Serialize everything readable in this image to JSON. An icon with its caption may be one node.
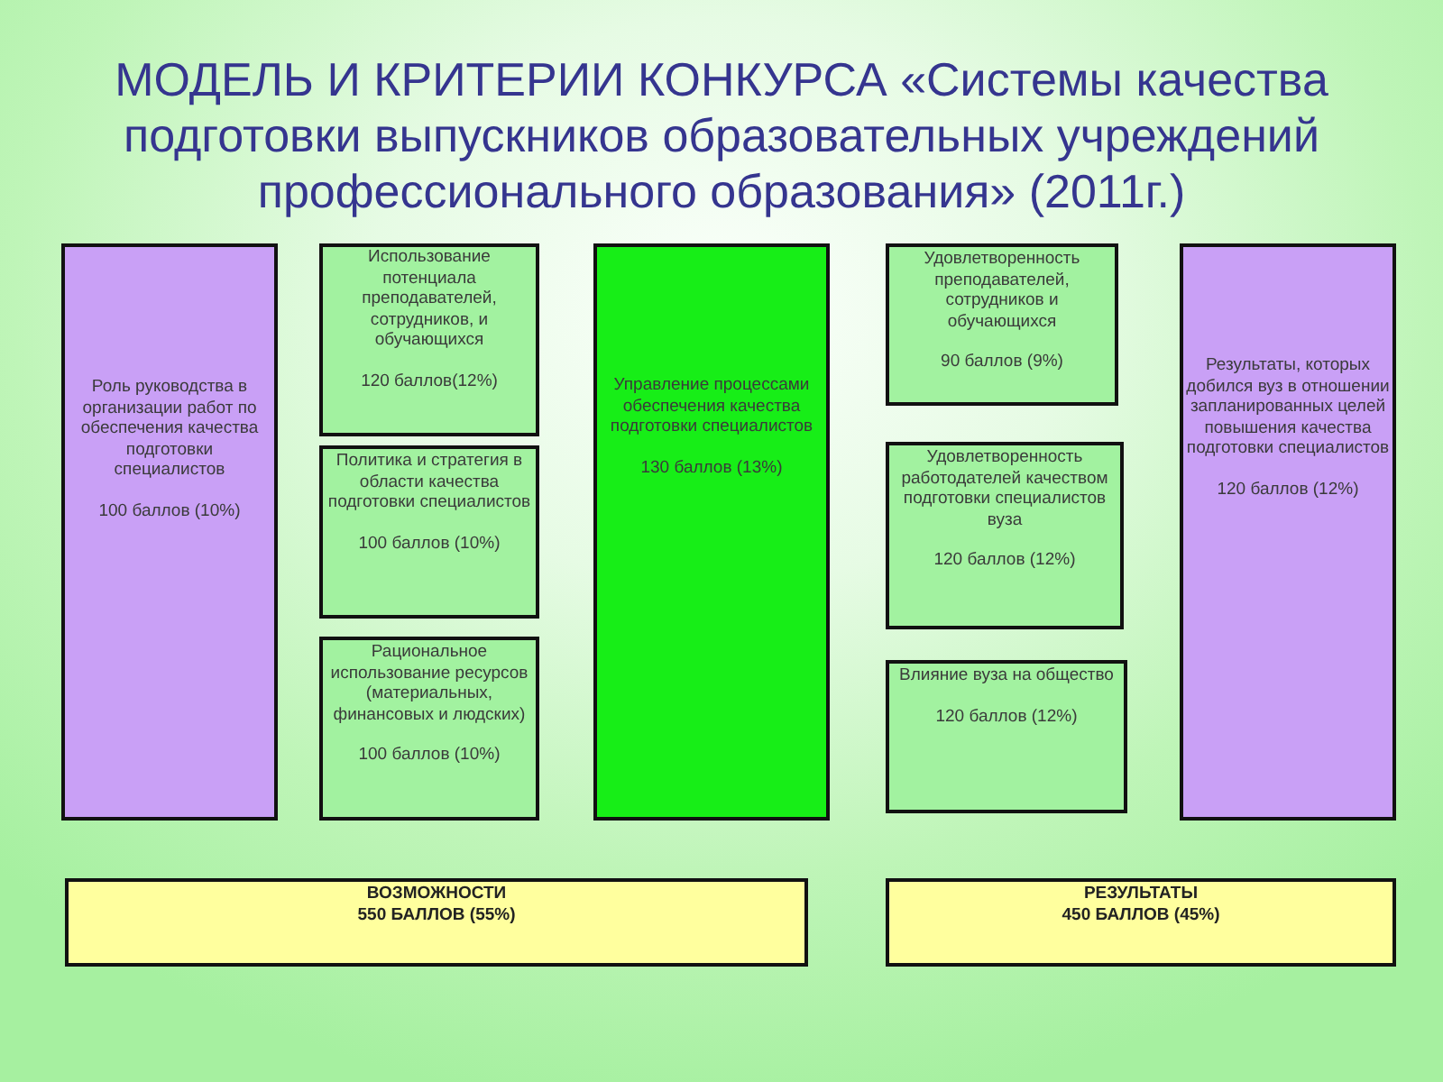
{
  "diagram": {
    "title": "МОДЕЛЬ И КРИТЕРИИ КОНКУРСА «Системы качества подготовки выпускников образовательных учреждений профессионального образования» (2011г.)",
    "nodes": [
      {
        "text": [
          "Роль руководства в организации работ по обеспечения качества подготовки специалистов",
          "100 баллов (10%)"
        ]
      },
      {
        "text": [
          "Использование потенциала преподавателей, сотрудников, и обучающихся",
          "120 баллов(12%)"
        ]
      },
      {
        "text": [
          "Политика и стратегия в области качества подготовки специалистов",
          "100 баллов (10%)"
        ]
      },
      {
        "text": [
          "Рациональное использование ресурсов (материальных, финансовых и людских)",
          "100 баллов (10%)"
        ]
      },
      {
        "text": [
          "Управление процессами обеспечения качества подготовки специалистов",
          "130 баллов (13%)"
        ]
      },
      {
        "text": [
          "Удовлетворенность преподавателей, сотрудников и обучающихся",
          "90 баллов (9%)"
        ]
      },
      {
        "text": [
          "Удовлетворенность работодателей качеством подготовки специалистов вуза",
          "120 баллов (12%)"
        ]
      },
      {
        "text": [
          "Влияние вуза на общество",
          "120 баллов (12%)"
        ]
      },
      {
        "text": [
          "Результаты, которых добился вуз в отношении запланированных целей повышения качества подготовки специалистов",
          "120 баллов (12%)"
        ]
      },
      {
        "text": [
          "ВОЗМОЖНОСТИ",
          "550 БАЛЛОВ (55%)"
        ]
      },
      {
        "text": [
          "РЕЗУЛЬТАТЫ",
          "450 БАЛЛОВ (45%)"
        ]
      }
    ]
  }
}
